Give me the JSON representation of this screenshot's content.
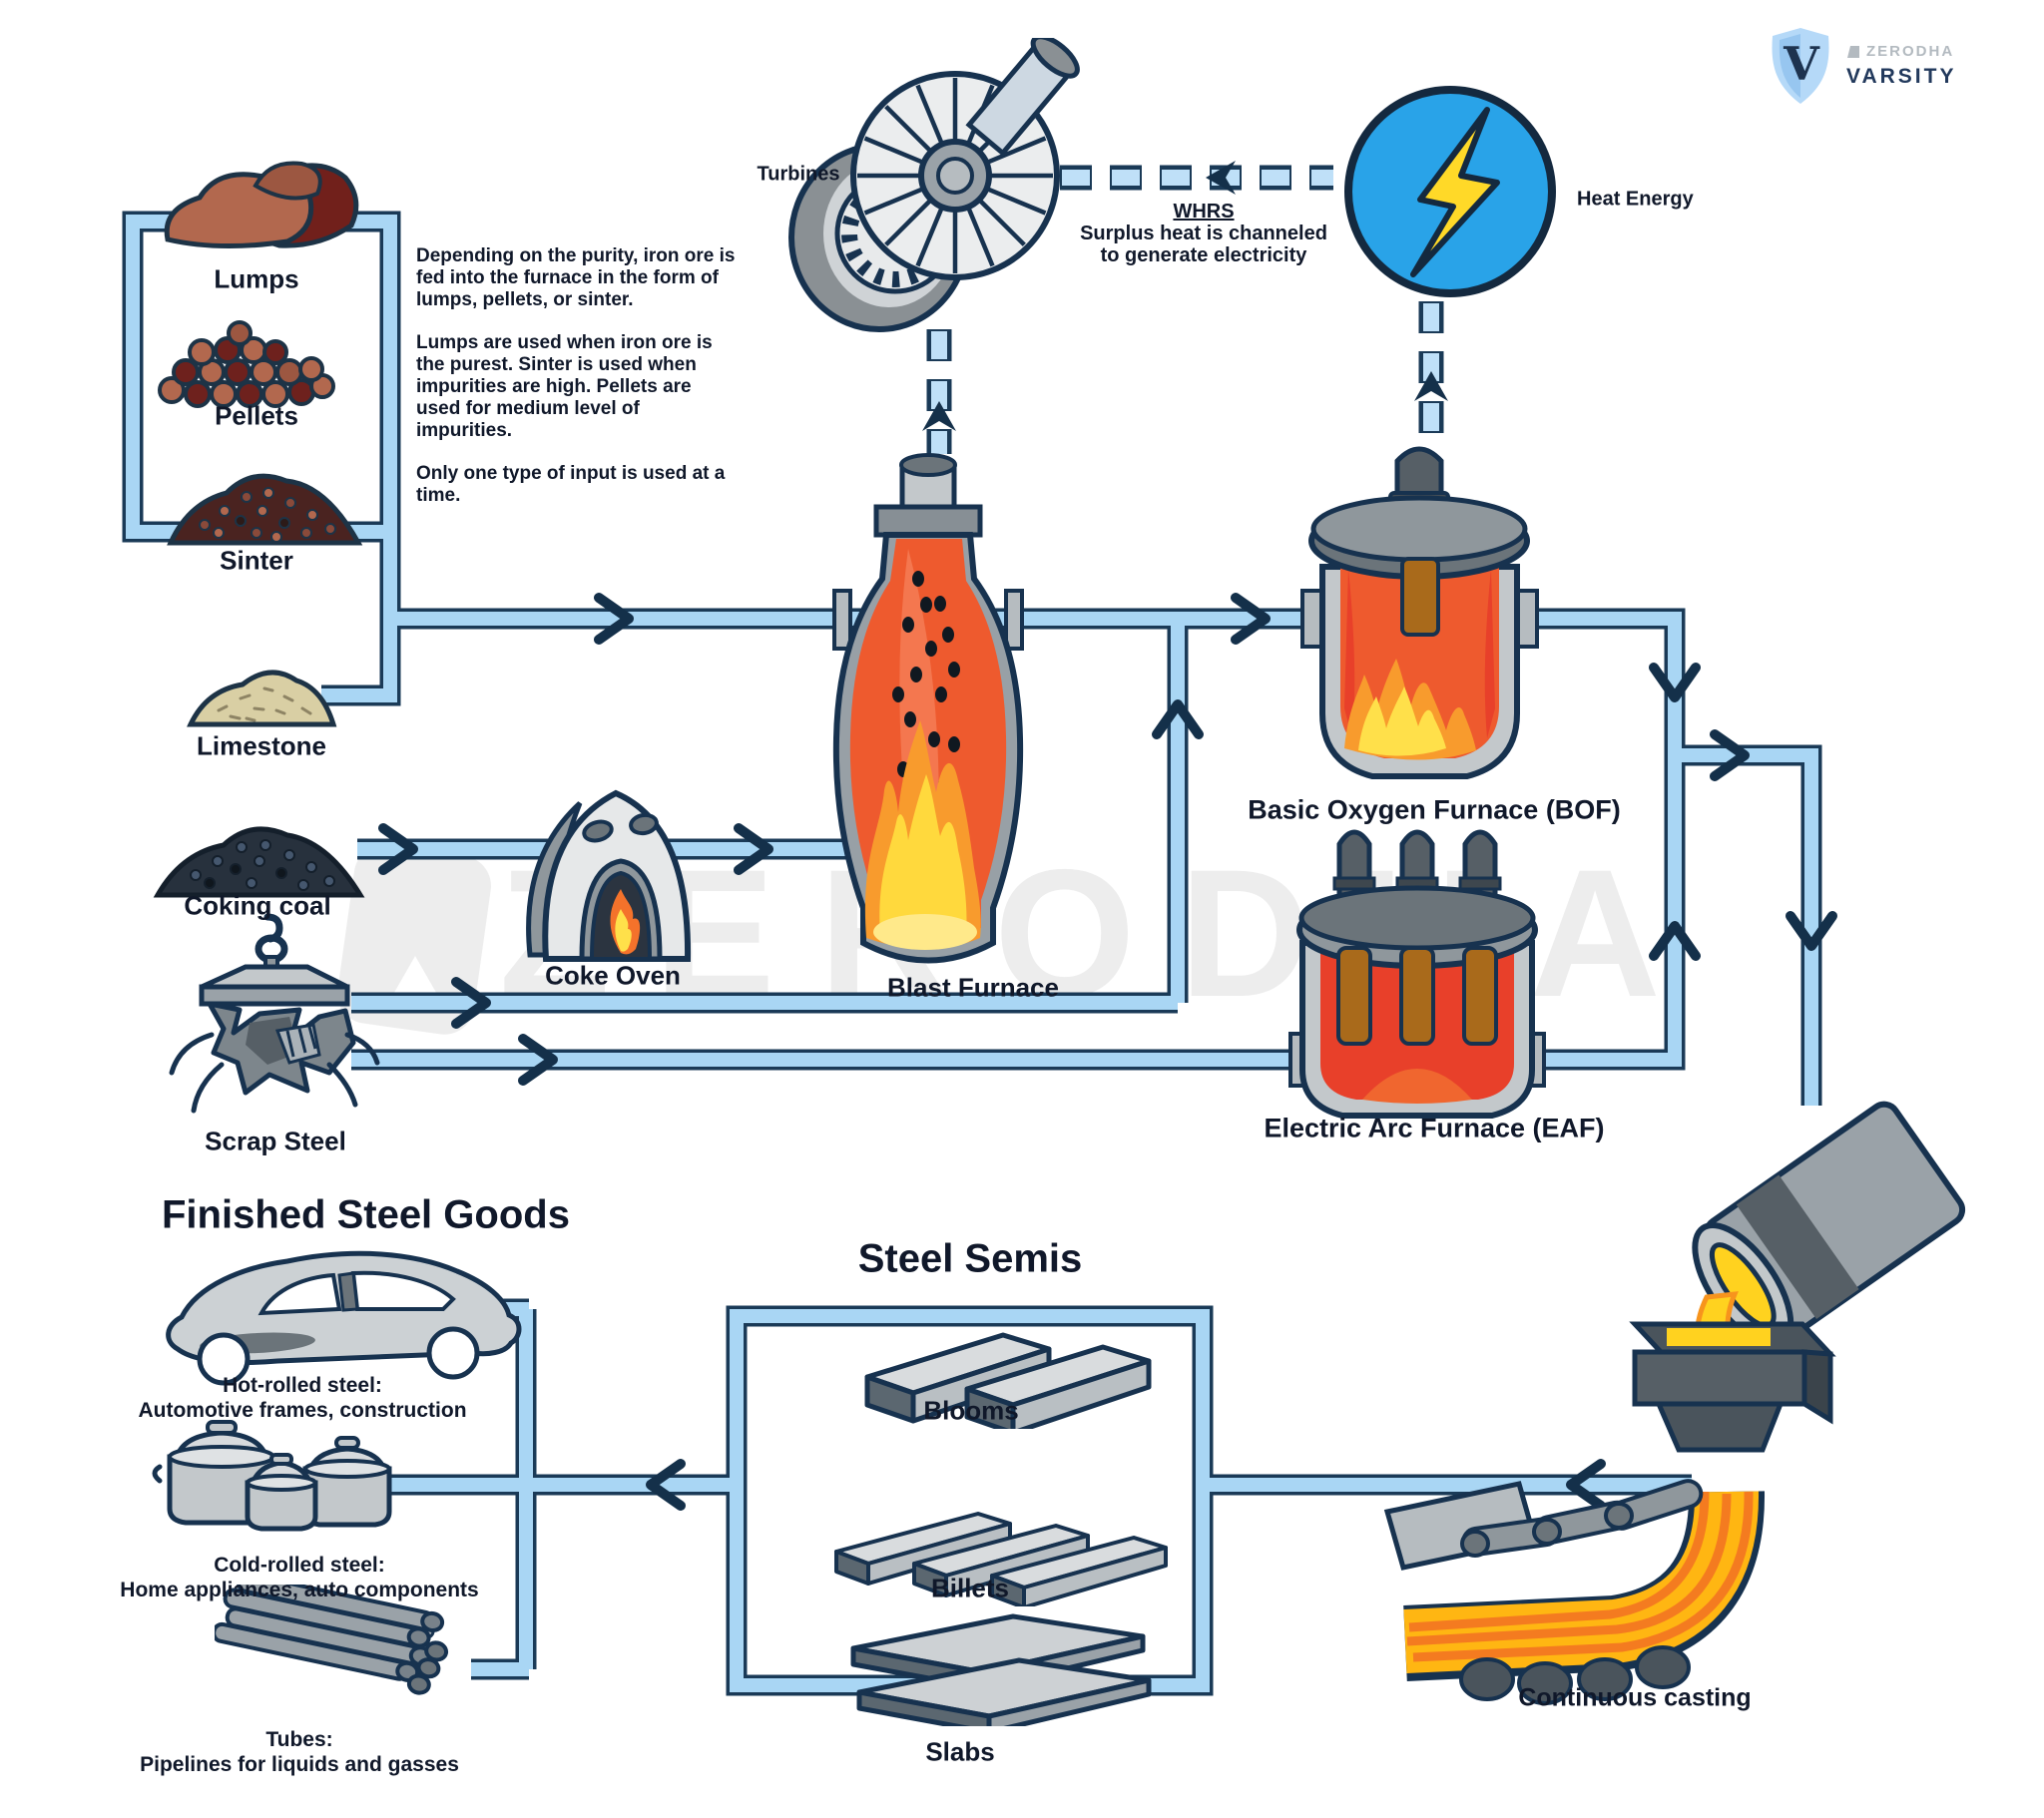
{
  "logo": {
    "brand": "ZERODHA",
    "product": "VARSITY",
    "shield_letter": "V"
  },
  "watermark": "ZERODHA",
  "top": {
    "turbines_label": "Turbines",
    "heat_energy_label": "Heat Energy",
    "whrs_title": "WHRS",
    "whrs_line1": "Surplus heat is channeled",
    "whrs_line2": "to generate electricity"
  },
  "note": {
    "p1": "Depending on the purity, iron ore is fed into the furnace in the form of lumps, pellets, or sinter.",
    "p2": "Lumps are used when iron ore is the purest. Sinter is used when impurities are high. Pellets are used for medium level of impurities.",
    "p3": "Only one type of input is used at a time."
  },
  "inputs": {
    "lumps": "Lumps",
    "pellets": "Pellets",
    "sinter": "Sinter",
    "limestone": "Limestone",
    "coking_coal": "Coking coal",
    "scrap_steel": "Scrap Steel"
  },
  "plants": {
    "coke_oven": "Coke Oven",
    "blast_furnace": "Blast Furnace",
    "bof": "Basic Oxygen Furnace (BOF)",
    "eaf": "Electric Arc Furnace (EAF)",
    "casting": "Continuous casting"
  },
  "semis": {
    "title": "Steel Semis",
    "items": [
      "Blooms",
      "Billets",
      "Slabs"
    ]
  },
  "finished": {
    "title": "Finished Steel Goods",
    "items": [
      {
        "name": "Hot-rolled steel:",
        "desc": "Automotive frames, construction"
      },
      {
        "name": "Cold-rolled steel:",
        "desc": "Home appliances, auto components"
      },
      {
        "name": "Tubes:",
        "desc": "Pipelines for liquids and gasses"
      }
    ]
  },
  "colors": {
    "pipe_fill": "#a9d6f4",
    "pipe_outline": "#1a3a57",
    "heat_circle": "#29a3e8",
    "lightning": "#ffd928",
    "flame_orange": "#f89b2d",
    "flame_yellow": "#ffd93d",
    "molten": "#ffc21a",
    "furnace_interior": "#ee5a2e"
  }
}
